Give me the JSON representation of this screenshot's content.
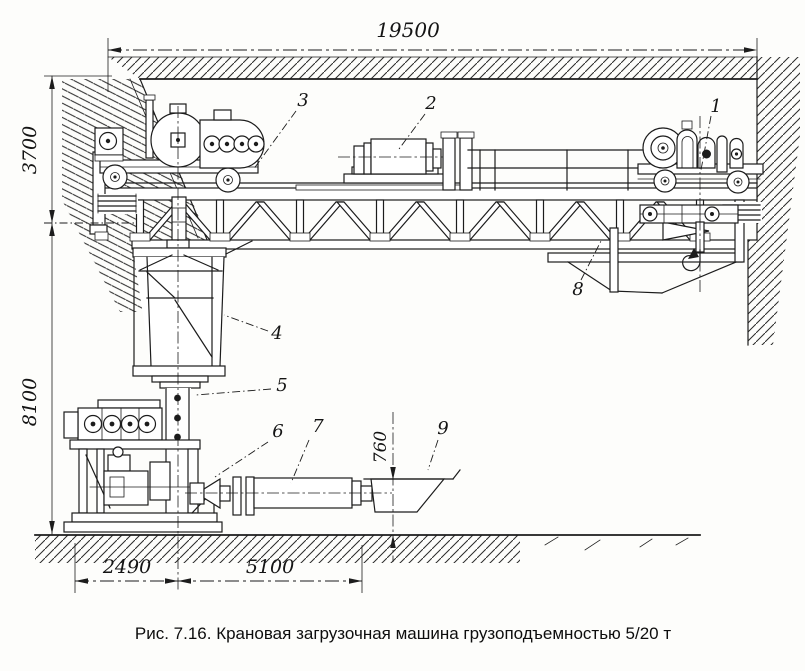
{
  "figure": {
    "caption": "Рис. 7.16. Крановая загрузочная машина грузоподъемностью 5/20 т"
  },
  "dimensions": {
    "span": "19500",
    "upper_height": "3700",
    "lower_height": "8100",
    "base_width": "2490",
    "reach": "5100",
    "trough_height": "760"
  },
  "parts": {
    "n1": "1",
    "n2": "2",
    "n3": "3",
    "n4": "4",
    "n5": "5",
    "n6": "6",
    "n7": "7",
    "n8": "8",
    "n9": "9"
  }
}
